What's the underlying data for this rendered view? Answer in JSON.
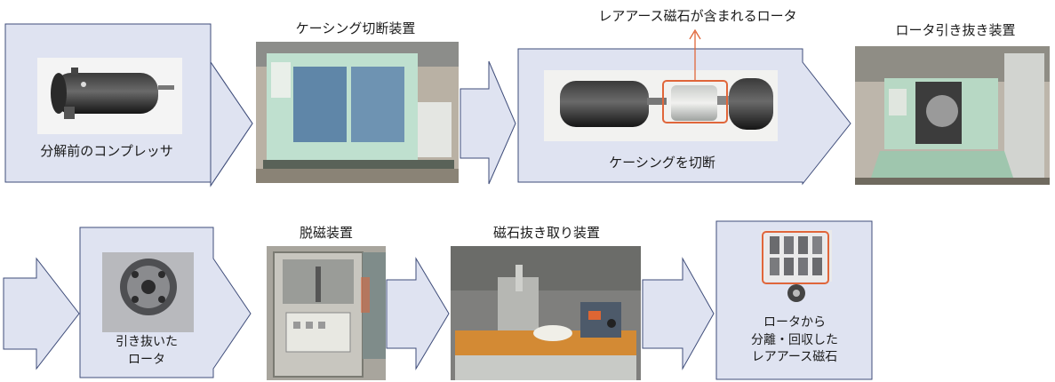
{
  "top_row": {
    "step1_caption": "分解前のコンプレッサ",
    "step2_title": "ケーシング切断装置",
    "rare_earth_callout": "レアアース磁石が含まれるロータ",
    "step3_caption": "ケーシングを切断",
    "step4_title": "ロータ引き抜き装置"
  },
  "bottom_row": {
    "step5_caption_line1": "引き抜いた",
    "step5_caption_line2": "ロータ",
    "step6_title": "脱磁装置",
    "step7_title": "磁石抜き取り装置",
    "step8_caption_line1": "ロータから",
    "step8_caption_line2": "分離・回収した",
    "step8_caption_line3": "レアアース磁石"
  },
  "colors": {
    "panel_fill": "#dfe3f1",
    "panel_border": "#3f4d7a",
    "highlight": "#e0663a"
  }
}
